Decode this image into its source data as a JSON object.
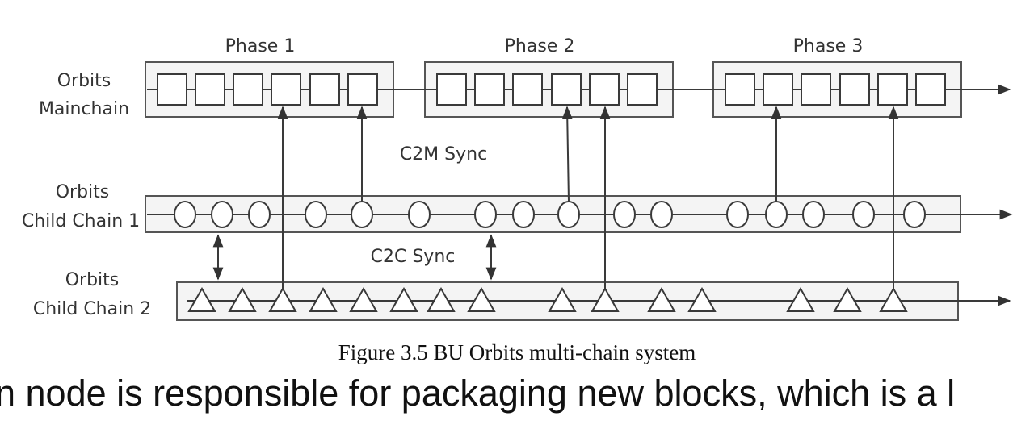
{
  "phases": [
    "Phase 1",
    "Phase 2",
    "Phase 3"
  ],
  "rows": {
    "mainchain": {
      "label_line1": "Orbits",
      "label_line2": "Mainchain"
    },
    "child1": {
      "label_line1": "Orbits",
      "label_line2": "Child Chain 1"
    },
    "child2": {
      "label_line1": "Orbits",
      "label_line2": "Child Chain 2"
    }
  },
  "sync_labels": {
    "c2m": "C2M Sync",
    "c2c": "C2C Sync"
  },
  "caption": "Figure 3.5 BU Orbits multi-chain system",
  "body_text": "n node is responsible for packaging new blocks, which is a l"
}
